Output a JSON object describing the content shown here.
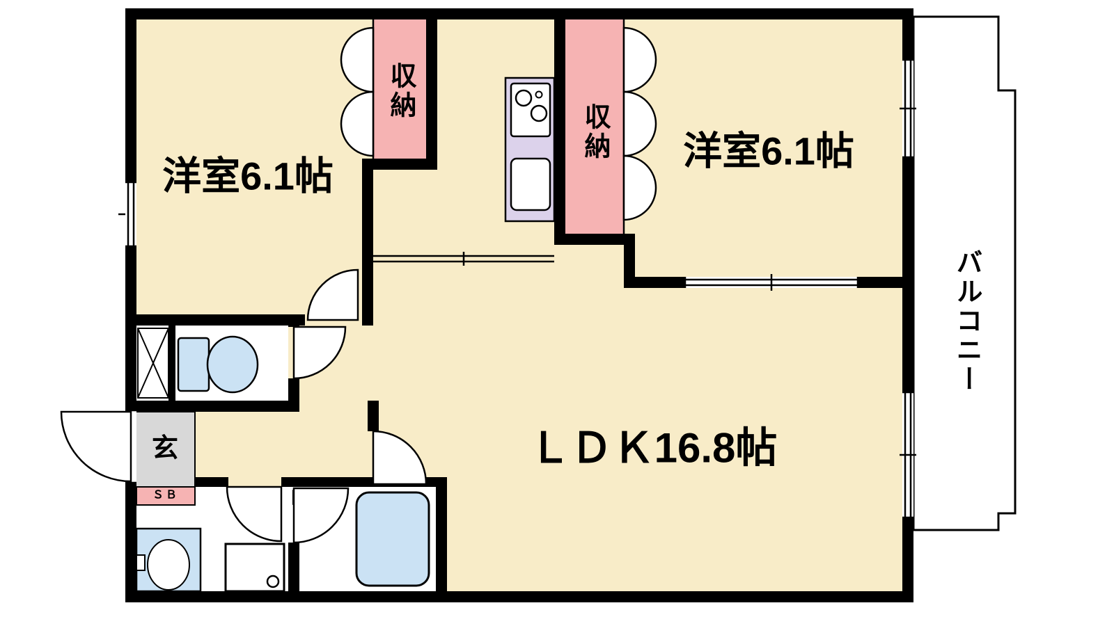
{
  "plan": {
    "bedroom_left": {
      "label": "洋室6.1帖"
    },
    "bedroom_right": {
      "label": "洋室6.1帖"
    },
    "ldk": {
      "label": "ＬＤＫ16.8帖"
    },
    "closet_left": {
      "label": "収納"
    },
    "closet_right": {
      "label": "収納"
    },
    "balcony": {
      "label": "バルコニー"
    },
    "entrance": {
      "label": "玄"
    },
    "shoe_box": {
      "label": "ＳＢ"
    }
  },
  "colors": {
    "wall": "#000000",
    "room": "#F8ECC8",
    "storage": "#F6B3B3",
    "fixture": "#CBE2F4",
    "kitchen": "#DCD2EB",
    "genkan": "#D8D8D8",
    "balcony": "#FFFFFF"
  }
}
